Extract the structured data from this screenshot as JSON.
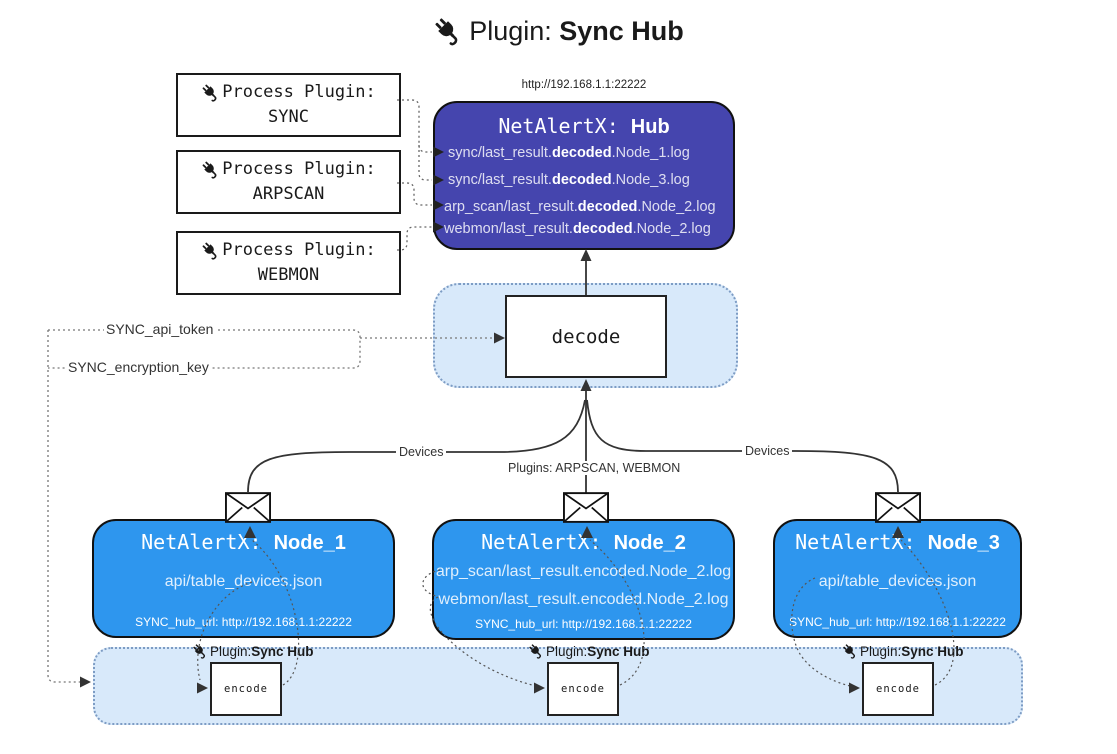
{
  "title": {
    "prefix": "Plugin: ",
    "name": "Sync Hub"
  },
  "hub": {
    "url": "http://192.168.1.1:22222",
    "title_prefix": "NetAlertX: ",
    "title_name": "Hub",
    "logs": [
      {
        "pre": "sync/last_result.",
        "bold": "decoded",
        "post": ".Node_1.log"
      },
      {
        "pre": "sync/last_result.",
        "bold": "decoded",
        "post": ".Node_3.log"
      },
      {
        "pre": "arp_scan/last_result.",
        "bold": "decoded",
        "post": ".Node_2.log"
      },
      {
        "pre": "webmon/last_result.",
        "bold": "decoded",
        "post": ".Node_2.log"
      }
    ]
  },
  "process_plugins": [
    {
      "line1": "Process Plugin:",
      "name": "SYNC"
    },
    {
      "line1": "Process Plugin:",
      "name": "ARPSCAN"
    },
    {
      "line1": "Process Plugin:",
      "name": "WEBMON"
    }
  ],
  "decode": {
    "label": "decode"
  },
  "tokens": {
    "api_token": "SYNC_api_token",
    "encryption_key": "SYNC_encryption_key"
  },
  "edge_labels": {
    "devices_left": "Devices",
    "devices_right": "Devices",
    "plugins_mid": "Plugins: ARPSCAN, WEBMON"
  },
  "nodes": [
    {
      "title_prefix": "NetAlertX: ",
      "title_name": "Node_1",
      "files": [
        "api/table_devices.json"
      ],
      "hub_url": "SYNC_hub_url: http://192.168.1.1:22222",
      "plugin_prefix": "Plugin: ",
      "plugin_name": "Sync Hub",
      "encode_label": "encode"
    },
    {
      "title_prefix": "NetAlertX: ",
      "title_name": "Node_2",
      "files": [
        "arp_scan/last_result.encoded.Node_2.log",
        "webmon/last_result.encoded.Node_2.log"
      ],
      "hub_url": "SYNC_hub_url: http://192.168.1.1:22222",
      "plugin_prefix": "Plugin: ",
      "plugin_name": "Sync Hub",
      "encode_label": "encode"
    },
    {
      "title_prefix": "NetAlertX: ",
      "title_name": "Node_3",
      "files": [
        "api/table_devices.json"
      ],
      "hub_url": "SYNC_hub_url: http://192.168.1.1:22222",
      "plugin_prefix": "Plugin: ",
      "plugin_name": "Sync Hub",
      "encode_label": "encode"
    }
  ],
  "colors": {
    "hub_bg": "#4545ae",
    "node_bg": "#2e96ee",
    "soft_container_bg": "#d8e9fa",
    "soft_container_border": "#7d9cc4",
    "line": "#333333"
  }
}
